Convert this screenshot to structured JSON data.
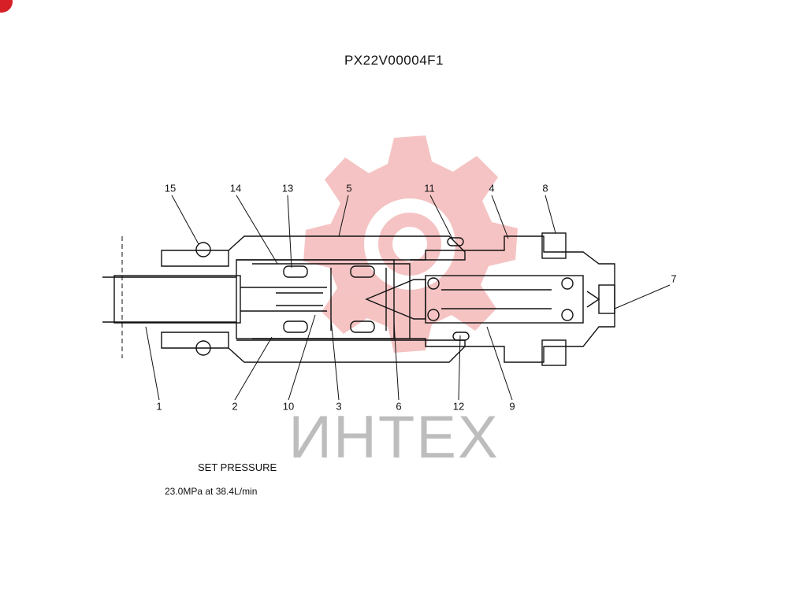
{
  "title": "PX22V00004F1",
  "watermark": {
    "text": "ИНТЕХ",
    "gear_color": "#f4b9b9",
    "text_color": "#bdbdbd"
  },
  "corner_badge_color": "#d61f26",
  "callouts": [
    "1",
    "2",
    "3",
    "4",
    "5",
    "6",
    "7",
    "8",
    "9",
    "10",
    "11",
    "12",
    "13",
    "14",
    "15"
  ],
  "set_pressure": {
    "heading": "SET PRESSURE",
    "value": "23.0MPa  at  38.4L/min"
  }
}
